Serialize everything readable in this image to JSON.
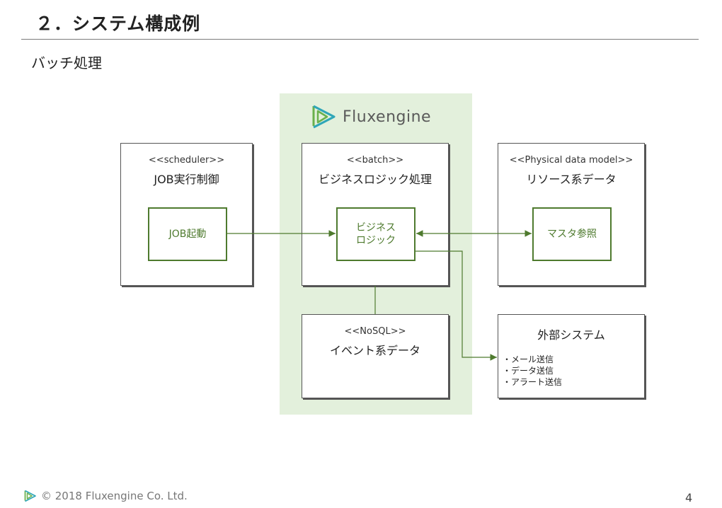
{
  "header": {
    "title": "２．システム構成例",
    "subtitle": "バッチ処理"
  },
  "logo": {
    "text": "Fluxengine"
  },
  "nodes": {
    "scheduler": {
      "stereotype": "<<scheduler>>",
      "name": "JOB実行制御",
      "component": "JOB起動"
    },
    "batch": {
      "stereotype": "<<batch>>",
      "name": "ビジネスロジック処理",
      "component_line1": "ビジネス",
      "component_line2": "ロジック"
    },
    "resource": {
      "stereotype": "<<Physical data model>>",
      "name": "リソース系データ",
      "component": "マスタ参照"
    },
    "nosql": {
      "stereotype": "<<NoSQL>>",
      "name": "イベント系データ"
    },
    "external": {
      "name": "外部システム",
      "items": [
        "・メール送信",
        "・データ送信",
        "・アラート送信"
      ]
    }
  },
  "colors": {
    "accent": "#4e7a2e",
    "engine_bg": "#e3f0dc",
    "logo_teal": "#2fa6b8",
    "logo_green": "#6ab04c"
  },
  "footer": {
    "copyright": "© 2018 Fluxengine Co. Ltd.",
    "page_number": "4"
  }
}
